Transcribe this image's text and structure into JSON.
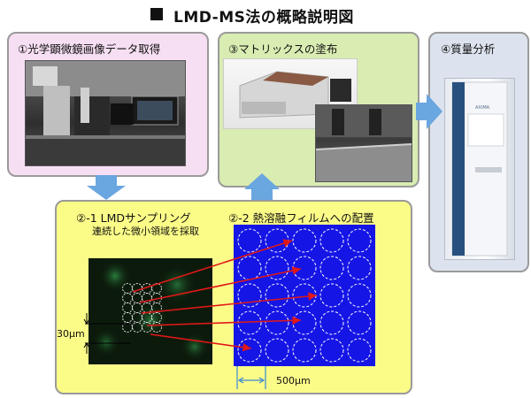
{
  "title": "LMD-MS法の概略説明図",
  "steps": {
    "step1": {
      "label": "①光学顕微鏡画像データ取得"
    },
    "step3": {
      "label": "③マトリックスの塗布"
    },
    "step4": {
      "label": "④質量分析",
      "instrument_brand": "AXIMA"
    },
    "step2": {
      "label_a": "②-1  LMDサンプリング",
      "sub_a": "連続した微小領域を採取",
      "label_b": "②-2  熱溶融フィルムへの配置"
    }
  },
  "scale": {
    "small": "30μm",
    "large": "500μm"
  },
  "colors": {
    "panel1_bg": "#f7dff3",
    "panel3_bg": "#d9ecb2",
    "panel4_bg": "#dde3ee",
    "panel2_bg": "#fbfb88",
    "film_blue": "#1515e6",
    "flow_arrow": "#6aa6e0",
    "transfer_arrow": "#e01818"
  },
  "icons": {
    "title_marker": "black-square-icon",
    "flow_arrows": "block-arrow-icon"
  }
}
